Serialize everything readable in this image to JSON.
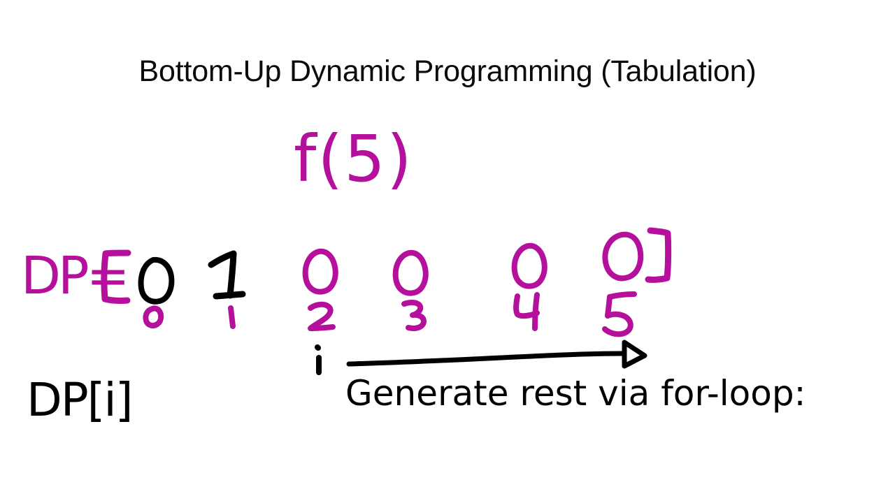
{
  "slide": {
    "title": "Bottom-Up Dynamic Programming (Tabulation)",
    "background_color": "#ffffff",
    "ink_colors": {
      "magenta": "#b5109b",
      "black": "#000000"
    }
  },
  "handwriting": {
    "call_expression": "f(5)",
    "array_label": "DP=",
    "open_bracket": "[",
    "close_bracket": "]",
    "pointer_label": "i",
    "lookup_expression": "DP[i]",
    "caption": "Generate rest via for-loop:"
  },
  "dp_array": {
    "name": "DP",
    "length": 6,
    "cells": [
      {
        "index": "0",
        "value": "0",
        "value_color": "#000000",
        "index_color": "#b5109b"
      },
      {
        "index": "1",
        "value": "1",
        "value_color": "#000000",
        "index_color": "#b5109b"
      },
      {
        "index": "2",
        "value": "0",
        "value_color": "#b5109b",
        "index_color": "#b5109b"
      },
      {
        "index": "3",
        "value": "0",
        "value_color": "#b5109b",
        "index_color": "#b5109b"
      },
      {
        "index": "4",
        "value": "0",
        "value_color": "#b5109b",
        "index_color": "#b5109b"
      },
      {
        "index": "5",
        "value": "0",
        "value_color": "#b5109b",
        "index_color": "#b5109b"
      }
    ]
  },
  "arrow": {
    "direction": "right",
    "label": "i",
    "caption": "Generate rest via for-loop:"
  }
}
